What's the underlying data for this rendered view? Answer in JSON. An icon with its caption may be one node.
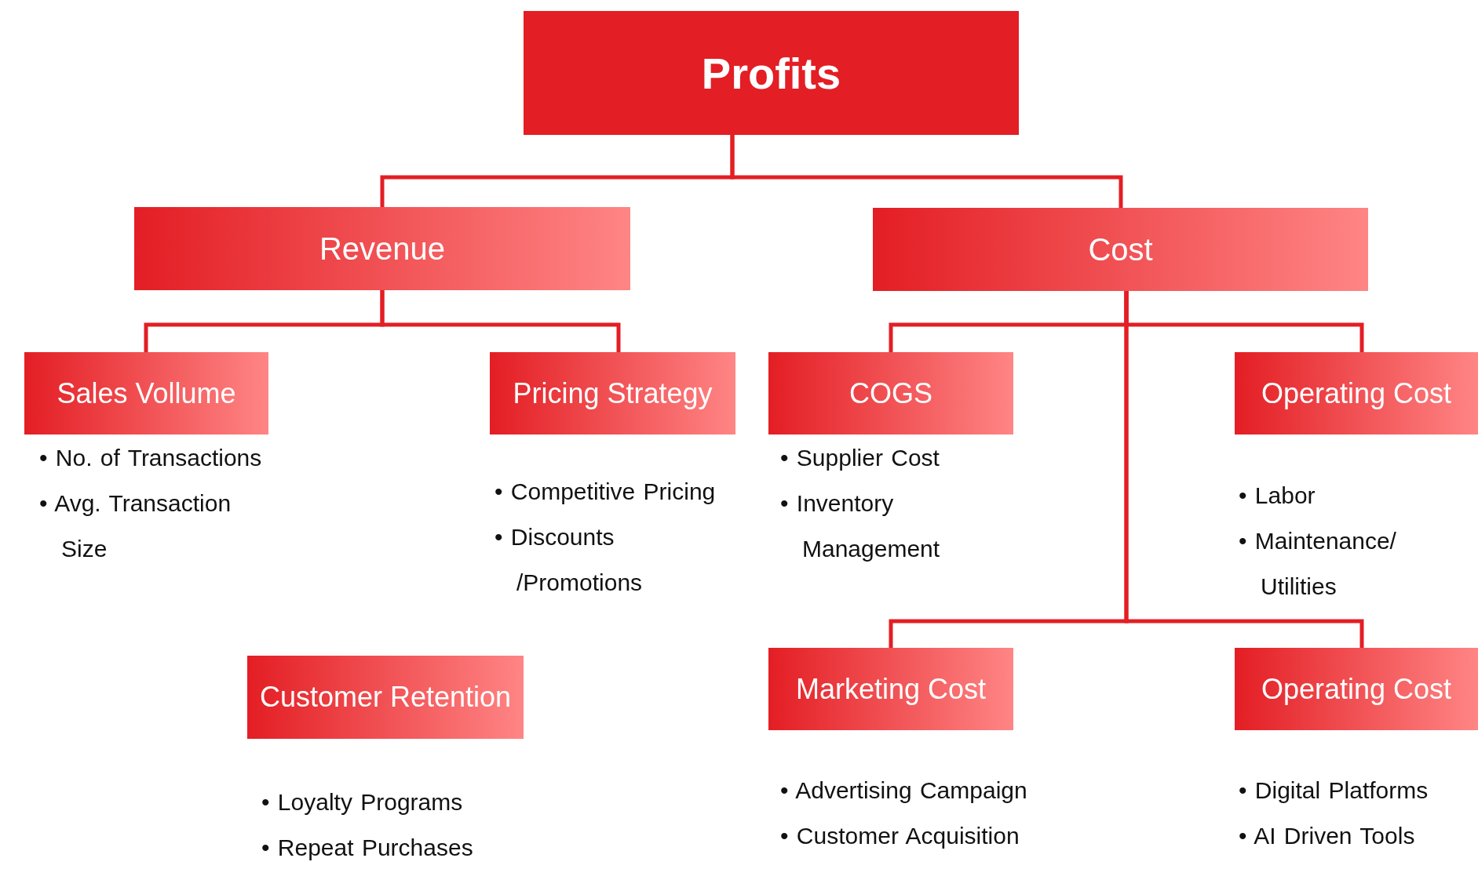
{
  "diagram": {
    "nodes": [
      {
        "text": [
          "Profits"
        ]
      },
      {
        "text": [
          "Revenue"
        ]
      },
      {
        "text": [
          "Cost"
        ]
      },
      {
        "text": [
          "Sales Vollume"
        ],
        "beside": [
          "• No. of Transactions",
          "• Avg. Transaction Size"
        ]
      },
      {
        "text": [
          "Pricing Strategy"
        ],
        "beside": [
          "• Competitive Pricing",
          "• Discounts /Promotions"
        ]
      },
      {
        "text": [
          "COGS"
        ],
        "beside": [
          "• Supplier Cost",
          "• Inventory Management"
        ]
      },
      {
        "text": [
          "Operating Cost"
        ],
        "beside": [
          "• Labor",
          "• Maintenance/ Utilities"
        ]
      },
      {
        "text": [
          "Customer Retention"
        ],
        "beside": [
          "• Loyalty Programs",
          "• Repeat Purchases"
        ]
      },
      {
        "text": [
          "Marketing Cost"
        ],
        "beside": [
          "• Advertising Campaign",
          "• Customer Acquisition"
        ]
      },
      {
        "text": [
          "Operating Cost"
        ],
        "beside": [
          "• Digital Platforms",
          "• AI Driven Tools"
        ]
      }
    ],
    "edges": [
      {
        "from": 0,
        "to": 1,
        "arrow": "none"
      },
      {
        "from": 0,
        "to": 2,
        "arrow": "none"
      },
      {
        "from": 1,
        "to": 3,
        "arrow": "none"
      },
      {
        "from": 1,
        "to": 4,
        "arrow": "none"
      },
      {
        "from": 2,
        "to": 5,
        "arrow": "none"
      },
      {
        "from": 2,
        "to": 6,
        "arrow": "none"
      },
      {
        "from": 2,
        "to": 8,
        "arrow": "none"
      },
      {
        "from": 2,
        "to": 9,
        "arrow": "none"
      }
    ]
  }
}
